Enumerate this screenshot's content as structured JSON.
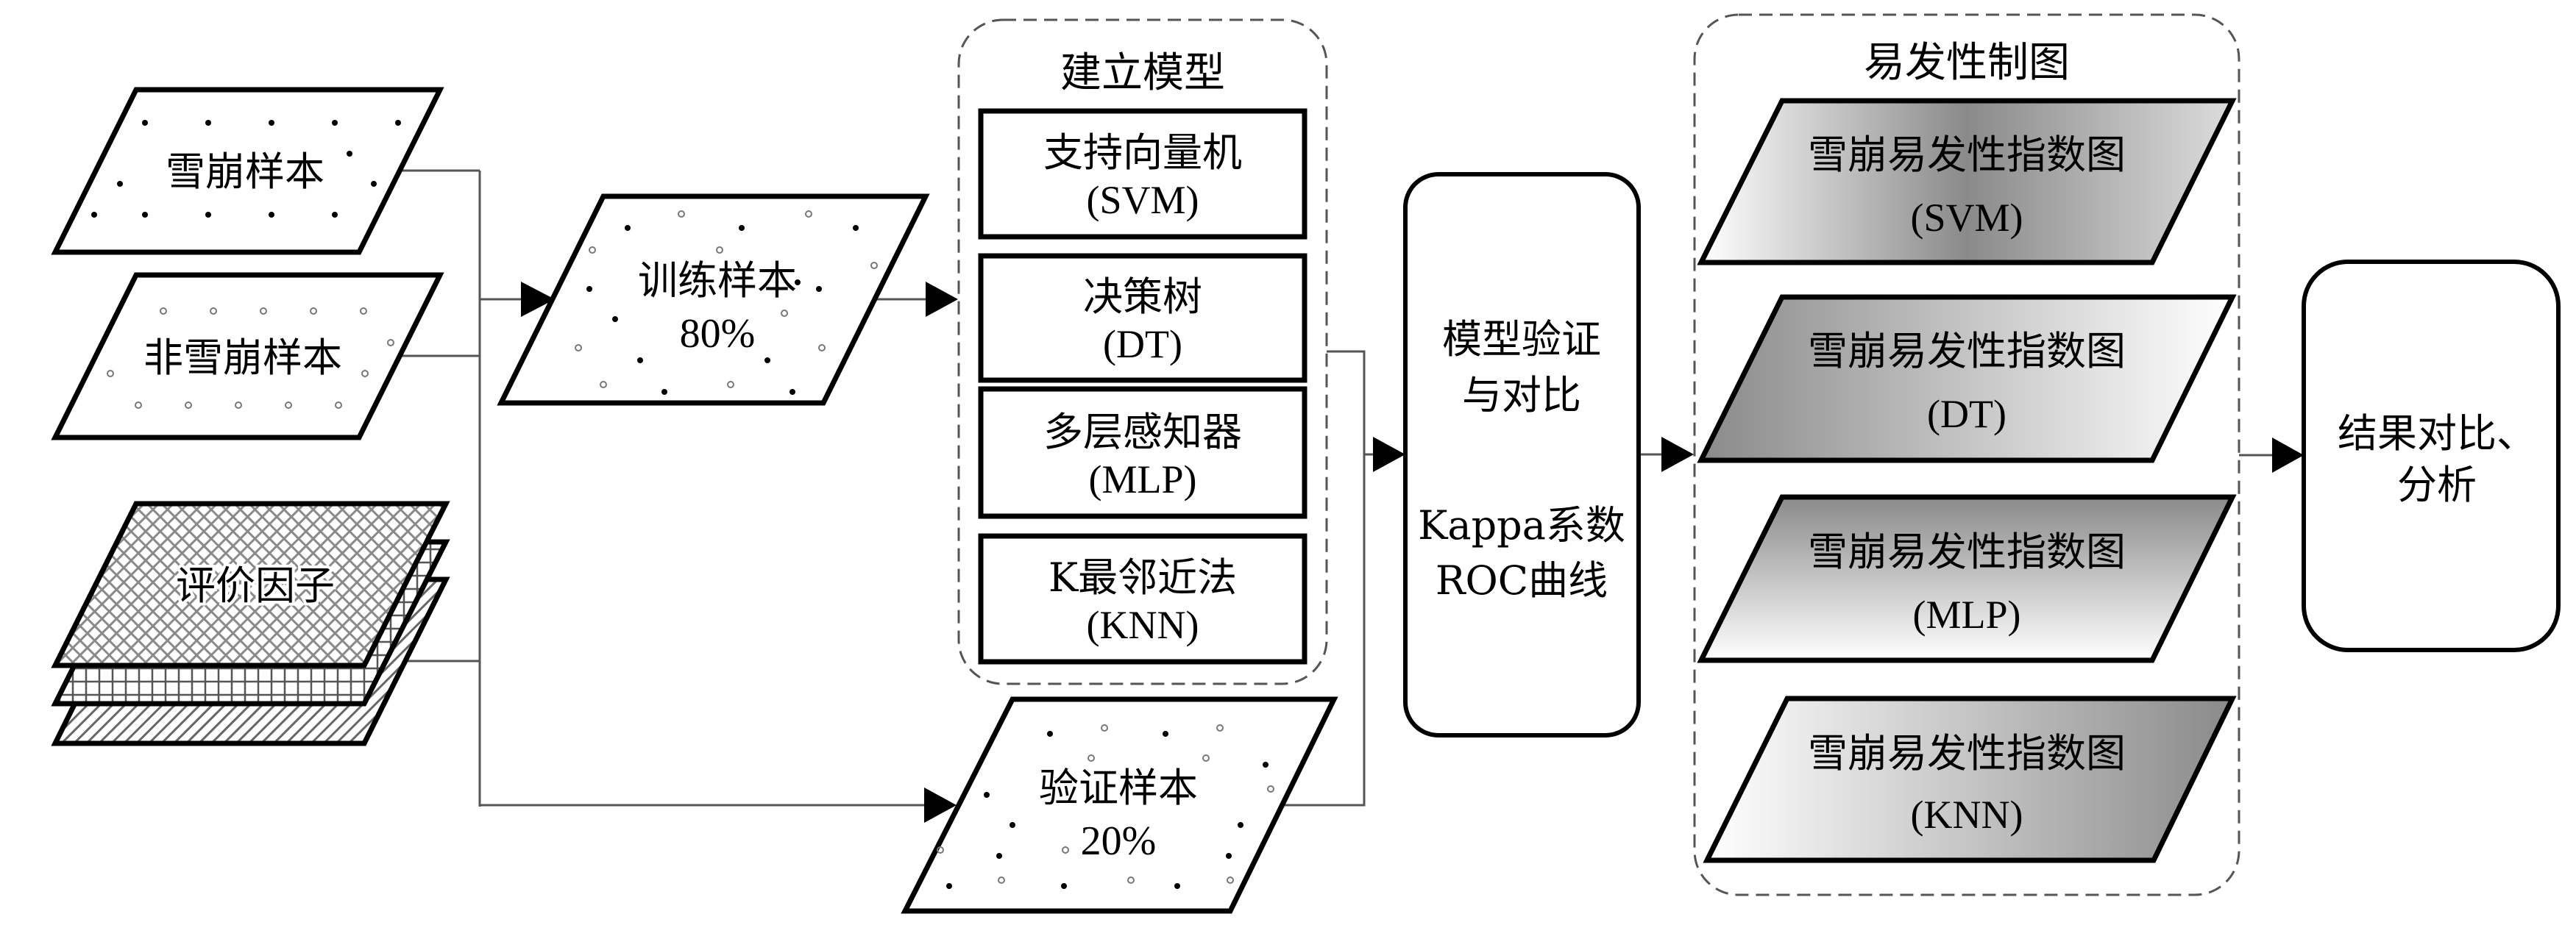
{
  "diagram": {
    "type": "flowchart",
    "inputs": {
      "avalanche_samples": {
        "label": "雪崩样本",
        "marker": "filled-dot"
      },
      "non_avalanche_samples": {
        "label": "非雪崩样本",
        "marker": "hollow-circle"
      },
      "evaluation_factors": {
        "label": "评价因子",
        "layers": 3
      }
    },
    "training_samples": {
      "label": "训练样本",
      "percent": "80%"
    },
    "validation_samples": {
      "label": "验证样本",
      "percent": "20%"
    },
    "model_group": {
      "title": "建立模型",
      "models": [
        {
          "name": "支持向量机",
          "abbr": "(SVM)"
        },
        {
          "name": "决策树",
          "abbr": "(DT)"
        },
        {
          "name": "多层感知器",
          "abbr": "(MLP)"
        },
        {
          "name": "K最邻近法",
          "abbr": "(KNN)"
        }
      ]
    },
    "validation": {
      "title_line1": "模型验证",
      "title_line2": "与对比",
      "metric_line1": "Kappa系数",
      "metric_line2": "ROC曲线"
    },
    "mapping_group": {
      "title": "易发性制图",
      "maps": [
        {
          "name": "雪崩易发性指数图",
          "abbr": "(SVM)"
        },
        {
          "name": "雪崩易发性指数图",
          "abbr": "(DT)"
        },
        {
          "name": "雪崩易发性指数图",
          "abbr": "(MLP)"
        },
        {
          "name": "雪崩易发性指数图",
          "abbr": "(KNN)"
        }
      ]
    },
    "result": {
      "line1": "结果对比、",
      "line2": "分析"
    },
    "edges": [
      {
        "from": "avalanche_samples",
        "to": "training_samples"
      },
      {
        "from": "non_avalanche_samples",
        "to": "training_samples"
      },
      {
        "from": "evaluation_factors",
        "to": "training_samples"
      },
      {
        "from": "evaluation_factors",
        "to": "validation_samples"
      },
      {
        "from": "training_samples",
        "to": "model_group"
      },
      {
        "from": "model_group",
        "to": "validation"
      },
      {
        "from": "validation_samples",
        "to": "validation"
      },
      {
        "from": "validation",
        "to": "mapping_group"
      },
      {
        "from": "mapping_group",
        "to": "result"
      }
    ]
  },
  "colors": {
    "stroke": "#000000",
    "connector": "#555555",
    "gradient_dark": "#8a8a8a",
    "gradient_light": "#ffffff"
  }
}
